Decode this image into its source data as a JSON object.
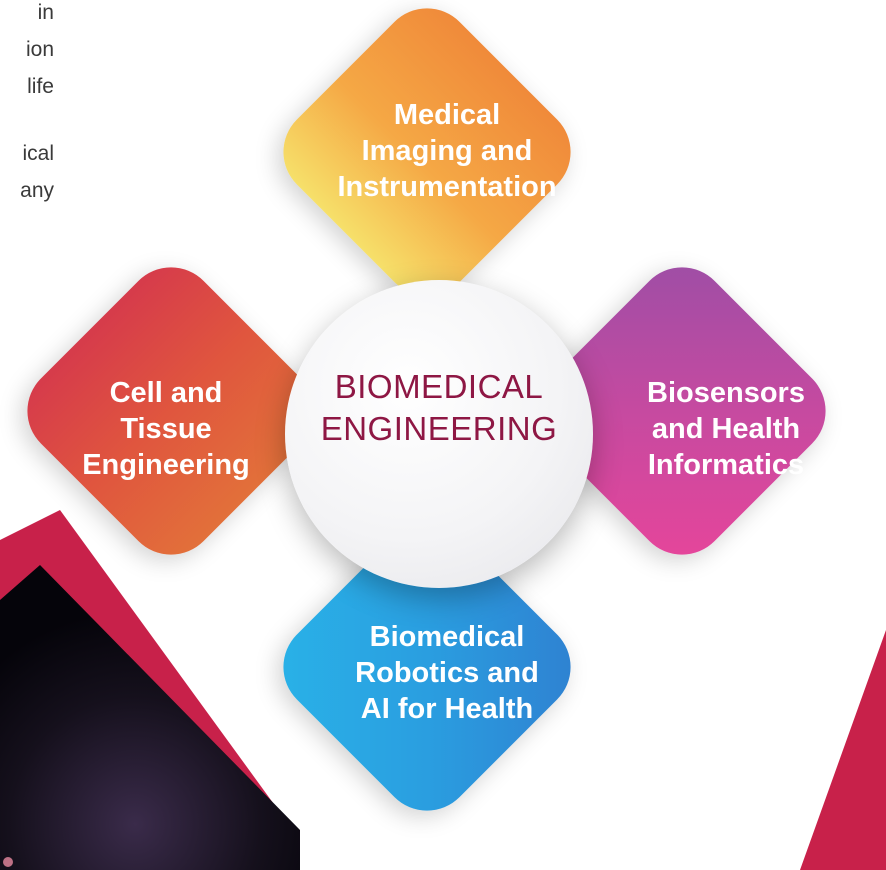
{
  "intro_fragments": [
    "in",
    "ion",
    "life",
    "ical",
    "any"
  ],
  "hub": {
    "lines": [
      "BIOMEDICAL",
      "ENGINEERING"
    ],
    "text_color": "#8e1744"
  },
  "petals": {
    "top": {
      "lines": [
        "Medical",
        "Imaging and",
        "Instrumentation"
      ],
      "gradient": [
        "#f6e06a",
        "#f08a3a"
      ]
    },
    "left": {
      "lines": [
        "Cell and",
        "Tissue",
        "Engineering"
      ],
      "gradient": [
        "#d63b4b",
        "#e2703a"
      ]
    },
    "right": {
      "lines": [
        "Biosensors",
        "and Health",
        "Informatics"
      ],
      "gradient": [
        "#9b4ea6",
        "#e8459a"
      ]
    },
    "bottom": {
      "lines": [
        "Biomedical",
        "Robotics and",
        "AI for Health"
      ],
      "gradient": [
        "#29b3e8",
        "#2f7fd0"
      ]
    }
  },
  "colors": {
    "accent_crimson": "#c8214a",
    "dark_photo": "#120812"
  }
}
